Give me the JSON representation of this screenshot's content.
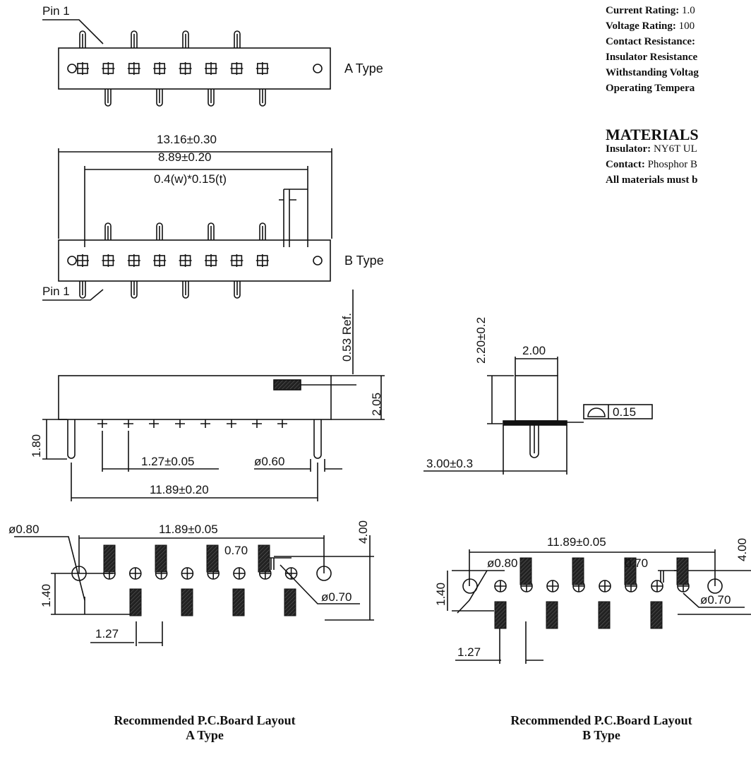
{
  "specs": {
    "items": [
      {
        "label": "Current Rating:",
        "value": "1.0"
      },
      {
        "label": "Voltage Rating:",
        "value": "100"
      },
      {
        "label": "Contact Resistance:",
        "value": ""
      },
      {
        "label": "Insulator Resistance",
        "value": ""
      },
      {
        "label": "Withstanding Voltag",
        "value": ""
      },
      {
        "label": "Operating Tempera",
        "value": ""
      }
    ],
    "materials_heading": "MATERIALS",
    "materials": [
      {
        "label": "Insulator:",
        "value": "NY6T UL"
      },
      {
        "label": "Contact:",
        "value": "Phosphor B"
      },
      {
        "label": "All materials must b",
        "value": ""
      }
    ]
  },
  "labels": {
    "pin1_top": "Pin 1",
    "pin1_bottom": "Pin 1",
    "a_type": "A Type",
    "b_type": "B Type"
  },
  "dims": {
    "d1316": "13.16±0.30",
    "d889": "8.89±0.20",
    "d04": "0.4(w)*0.15(t)",
    "d053": "0.53 Ref.",
    "d205": "2.05",
    "d180": "1.80",
    "d127p": "1.27±0.05",
    "d060": "ø0.60",
    "d1189a": "11.89±0.20",
    "d220": "2.20±0.2",
    "d200": "2.00",
    "d015": "0.15",
    "d300": "3.00±0.3",
    "la_1189": "11.89±0.05",
    "la_070": "0.70",
    "la_400": "4.00",
    "la_080": "ø0.80",
    "la_140": "1.40",
    "la_070h": "ø0.70",
    "la_127": "1.27",
    "lb_1189": "11.89±0.05",
    "lb_080": "ø0.80",
    "lb_070": "0.70",
    "lb_400": "4.00",
    "lb_140": "1.40",
    "lb_070h": "ø0.70",
    "lb_127": "1.27"
  },
  "captions": {
    "a_line1": "Recommended P.C.Board Layout",
    "a_line2": "A Type",
    "b_line1": "Recommended P.C.Board Layout",
    "b_line2": "B Type"
  }
}
